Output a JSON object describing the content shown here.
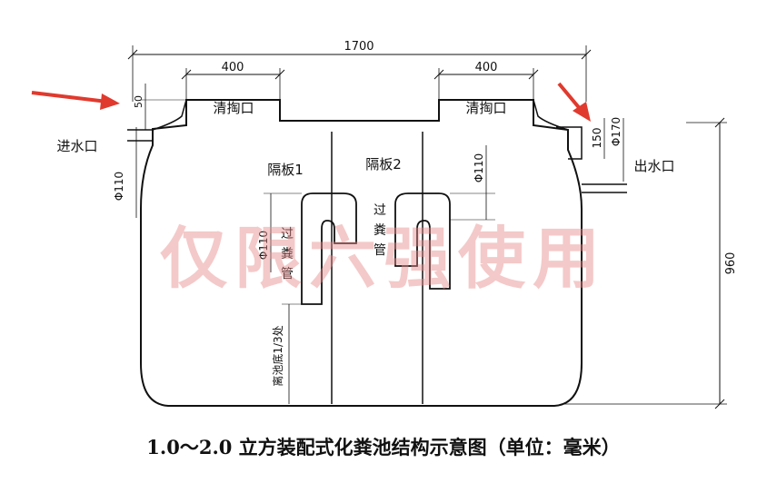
{
  "dimensions": {
    "overall_width": "1700",
    "left_opening_width": "400",
    "right_opening_width": "400",
    "overall_height": "960",
    "left_top_offset": "50",
    "right_outlet_offset": "150",
    "inlet_pipe_dia": "Φ110",
    "outlet_pipe_dia": "Φ170",
    "baffle2_pipe_dia": "Φ110",
    "baffle1_pipe_dia": "Φ110",
    "bottom_note": "离池底1/3处"
  },
  "labels": {
    "cleanout_left": "清掏口",
    "cleanout_right": "清掏口",
    "inlet": "进水口",
    "outlet": "出水口",
    "baffle1": "隔板1",
    "baffle2": "隔板2",
    "pipe_left": "过粪管",
    "pipe_right": "过粪管"
  },
  "watermark": "仅限六强使用",
  "caption": "1.0～2.0 立方装配式化粪池结构示意图（单位：毫米）",
  "colors": {
    "line": "#111111",
    "arrow": "#e03a2e",
    "watermark": "#e88a8a"
  }
}
